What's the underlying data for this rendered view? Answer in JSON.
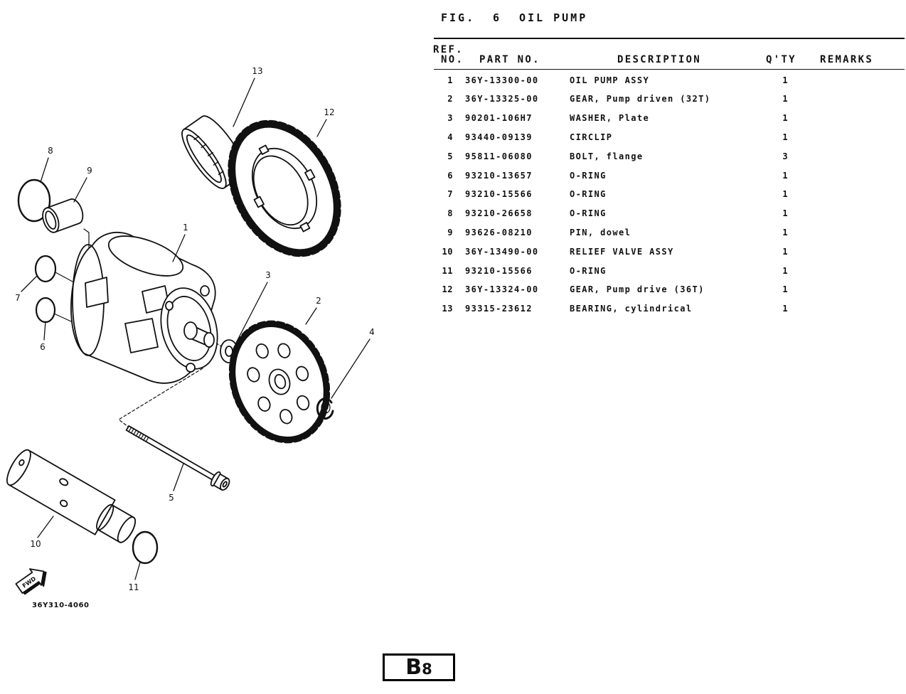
{
  "figure": {
    "label": "FIG.",
    "number": "6",
    "title": "OIL PUMP"
  },
  "table": {
    "headers": {
      "ref_line1": "REF.",
      "ref_line2": "NO.",
      "part_no": "PART NO.",
      "description": "DESCRIPTION",
      "qty": "Q'TY",
      "remarks": "REMARKS"
    },
    "rows": [
      {
        "ref": "1",
        "part_no": "36Y-13300-00",
        "description": "OIL PUMP ASSY",
        "qty": "1"
      },
      {
        "ref": "2",
        "part_no": "36Y-13325-00",
        "description": "GEAR, Pump driven (32T)",
        "qty": "1"
      },
      {
        "ref": "3",
        "part_no": "90201-106H7",
        "description": "WASHER, Plate",
        "qty": "1"
      },
      {
        "ref": "4",
        "part_no": "93440-09139",
        "description": "CIRCLIP",
        "qty": "1"
      },
      {
        "ref": "5",
        "part_no": "95811-06080",
        "description": "BOLT, flange",
        "qty": "3"
      },
      {
        "ref": "6",
        "part_no": "93210-13657",
        "description": "O-RING",
        "qty": "1"
      },
      {
        "ref": "7",
        "part_no": "93210-15566",
        "description": "O-RING",
        "qty": "1"
      },
      {
        "ref": "8",
        "part_no": "93210-26658",
        "description": "O-RING",
        "qty": "1"
      },
      {
        "ref": "9",
        "part_no": "93626-08210",
        "description": "PIN, dowel",
        "qty": "1"
      },
      {
        "ref": "10",
        "part_no": "36Y-13490-00",
        "description": "RELIEF VALVE ASSY",
        "qty": "1"
      },
      {
        "ref": "11",
        "part_no": "93210-15566",
        "description": "O-RING",
        "qty": "1"
      },
      {
        "ref": "12",
        "part_no": "36Y-13324-00",
        "description": "GEAR, Pump drive (36T)",
        "qty": "1"
      },
      {
        "ref": "13",
        "part_no": "93315-23612",
        "description": "BEARING, cylindrical",
        "qty": "1"
      }
    ]
  },
  "diagram": {
    "callouts": [
      "1",
      "2",
      "3",
      "4",
      "5",
      "6",
      "7",
      "8",
      "9",
      "10",
      "11",
      "12",
      "13"
    ],
    "fwd_label": "FWD",
    "drawing_code": "36Y310-4060"
  },
  "page_code": {
    "letter": "B",
    "number": "8"
  }
}
